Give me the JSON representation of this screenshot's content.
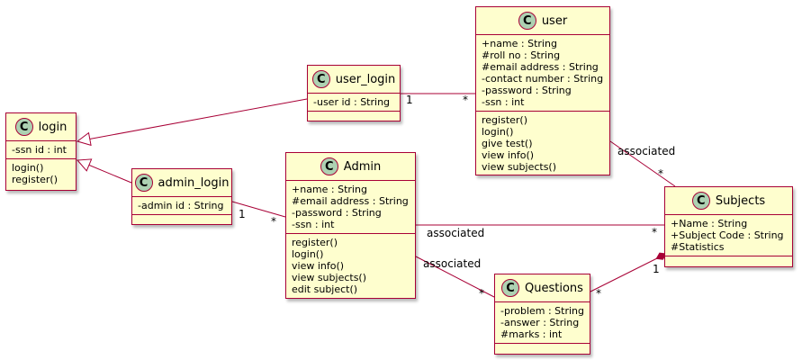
{
  "classes": {
    "login": {
      "badge": "C",
      "name": "login",
      "attributes": [
        "-ssn id : int"
      ],
      "operations": [
        "login()",
        "register()"
      ]
    },
    "user_login": {
      "badge": "C",
      "name": "user_login",
      "attributes": [
        "-user id : String"
      ],
      "operations": []
    },
    "admin_login": {
      "badge": "C",
      "name": "admin_login",
      "attributes": [
        "-admin id : String"
      ],
      "operations": []
    },
    "user": {
      "badge": "C",
      "name": "user",
      "attributes": [
        "+name : String",
        "#roll no : String",
        "#email address : String",
        "-contact number : String",
        "-password : String",
        "-ssn : int"
      ],
      "operations": [
        "register()",
        "login()",
        "give test()",
        "view info()",
        "view subjects()"
      ]
    },
    "admin": {
      "badge": "C",
      "name": "Admin",
      "attributes": [
        "+name : String",
        "#email address : String",
        "-password : String",
        "-ssn : int"
      ],
      "operations": [
        "register()",
        "login()",
        "view info()",
        "view subjects()",
        "edit subject()"
      ]
    },
    "subjects": {
      "badge": "C",
      "name": "Subjects",
      "attributes": [
        "+Name : String",
        "+Subject Code : String",
        "#Statistics"
      ],
      "operations": []
    },
    "questions": {
      "badge": "C",
      "name": "Questions",
      "attributes": [
        "-problem : String",
        "-answer : String",
        "#marks : int"
      ],
      "operations": []
    }
  },
  "relations": {
    "user_login_user": {
      "source_mult": "1",
      "target_mult": "*"
    },
    "admin_login_admin": {
      "source_mult": "1",
      "target_mult": "*"
    },
    "user_subjects": {
      "label": "associated",
      "target_mult": "*"
    },
    "admin_subjects": {
      "label": "associated",
      "target_mult": "*"
    },
    "admin_questions": {
      "label": "associated",
      "target_mult": "*"
    },
    "questions_subjects": {
      "source_mult": "*",
      "target_mult": "1"
    }
  },
  "colors": {
    "class_fill": "#fefece",
    "border": "#a80036",
    "badge_fill": "#add1b2"
  }
}
